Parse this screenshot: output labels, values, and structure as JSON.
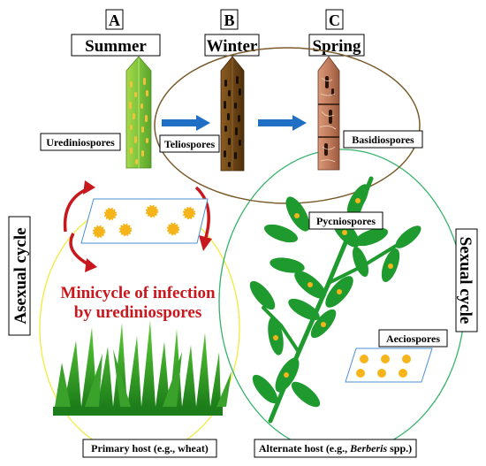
{
  "letters": [
    "A",
    "B",
    "C"
  ],
  "seasons": [
    "Summer",
    "Winter",
    "Spring"
  ],
  "spores": {
    "urediniospores": "Urediniospores",
    "teliospores": "Teliospores",
    "basidiospores": "Basidiospores",
    "pycniospores": "Pycniospores",
    "aeciospores": "Aeciospores"
  },
  "cycles": {
    "asexual": "Asexual cycle",
    "sexual": "Sexual cycle"
  },
  "minicycle": {
    "line1": "Minicycle of infection",
    "line2": "by urediniospores"
  },
  "hosts": {
    "primary": "Primary host (e.g., wheat)",
    "alternate_prefix": "Alternate host (e.g., ",
    "alternate_genus": "Berberis",
    "alternate_suffix": " spp.)"
  },
  "colors": {
    "asexual_ellipse": "#f2ea3c",
    "sexual_ellipse": "#35b36a",
    "top_ellipse": "#7a5a2a",
    "arrow_blue": "#1f6fc4",
    "minicycle_red": "#c8181e",
    "spore_yellow": "#f5b51a",
    "leaf_green": "#1e9a2f"
  }
}
